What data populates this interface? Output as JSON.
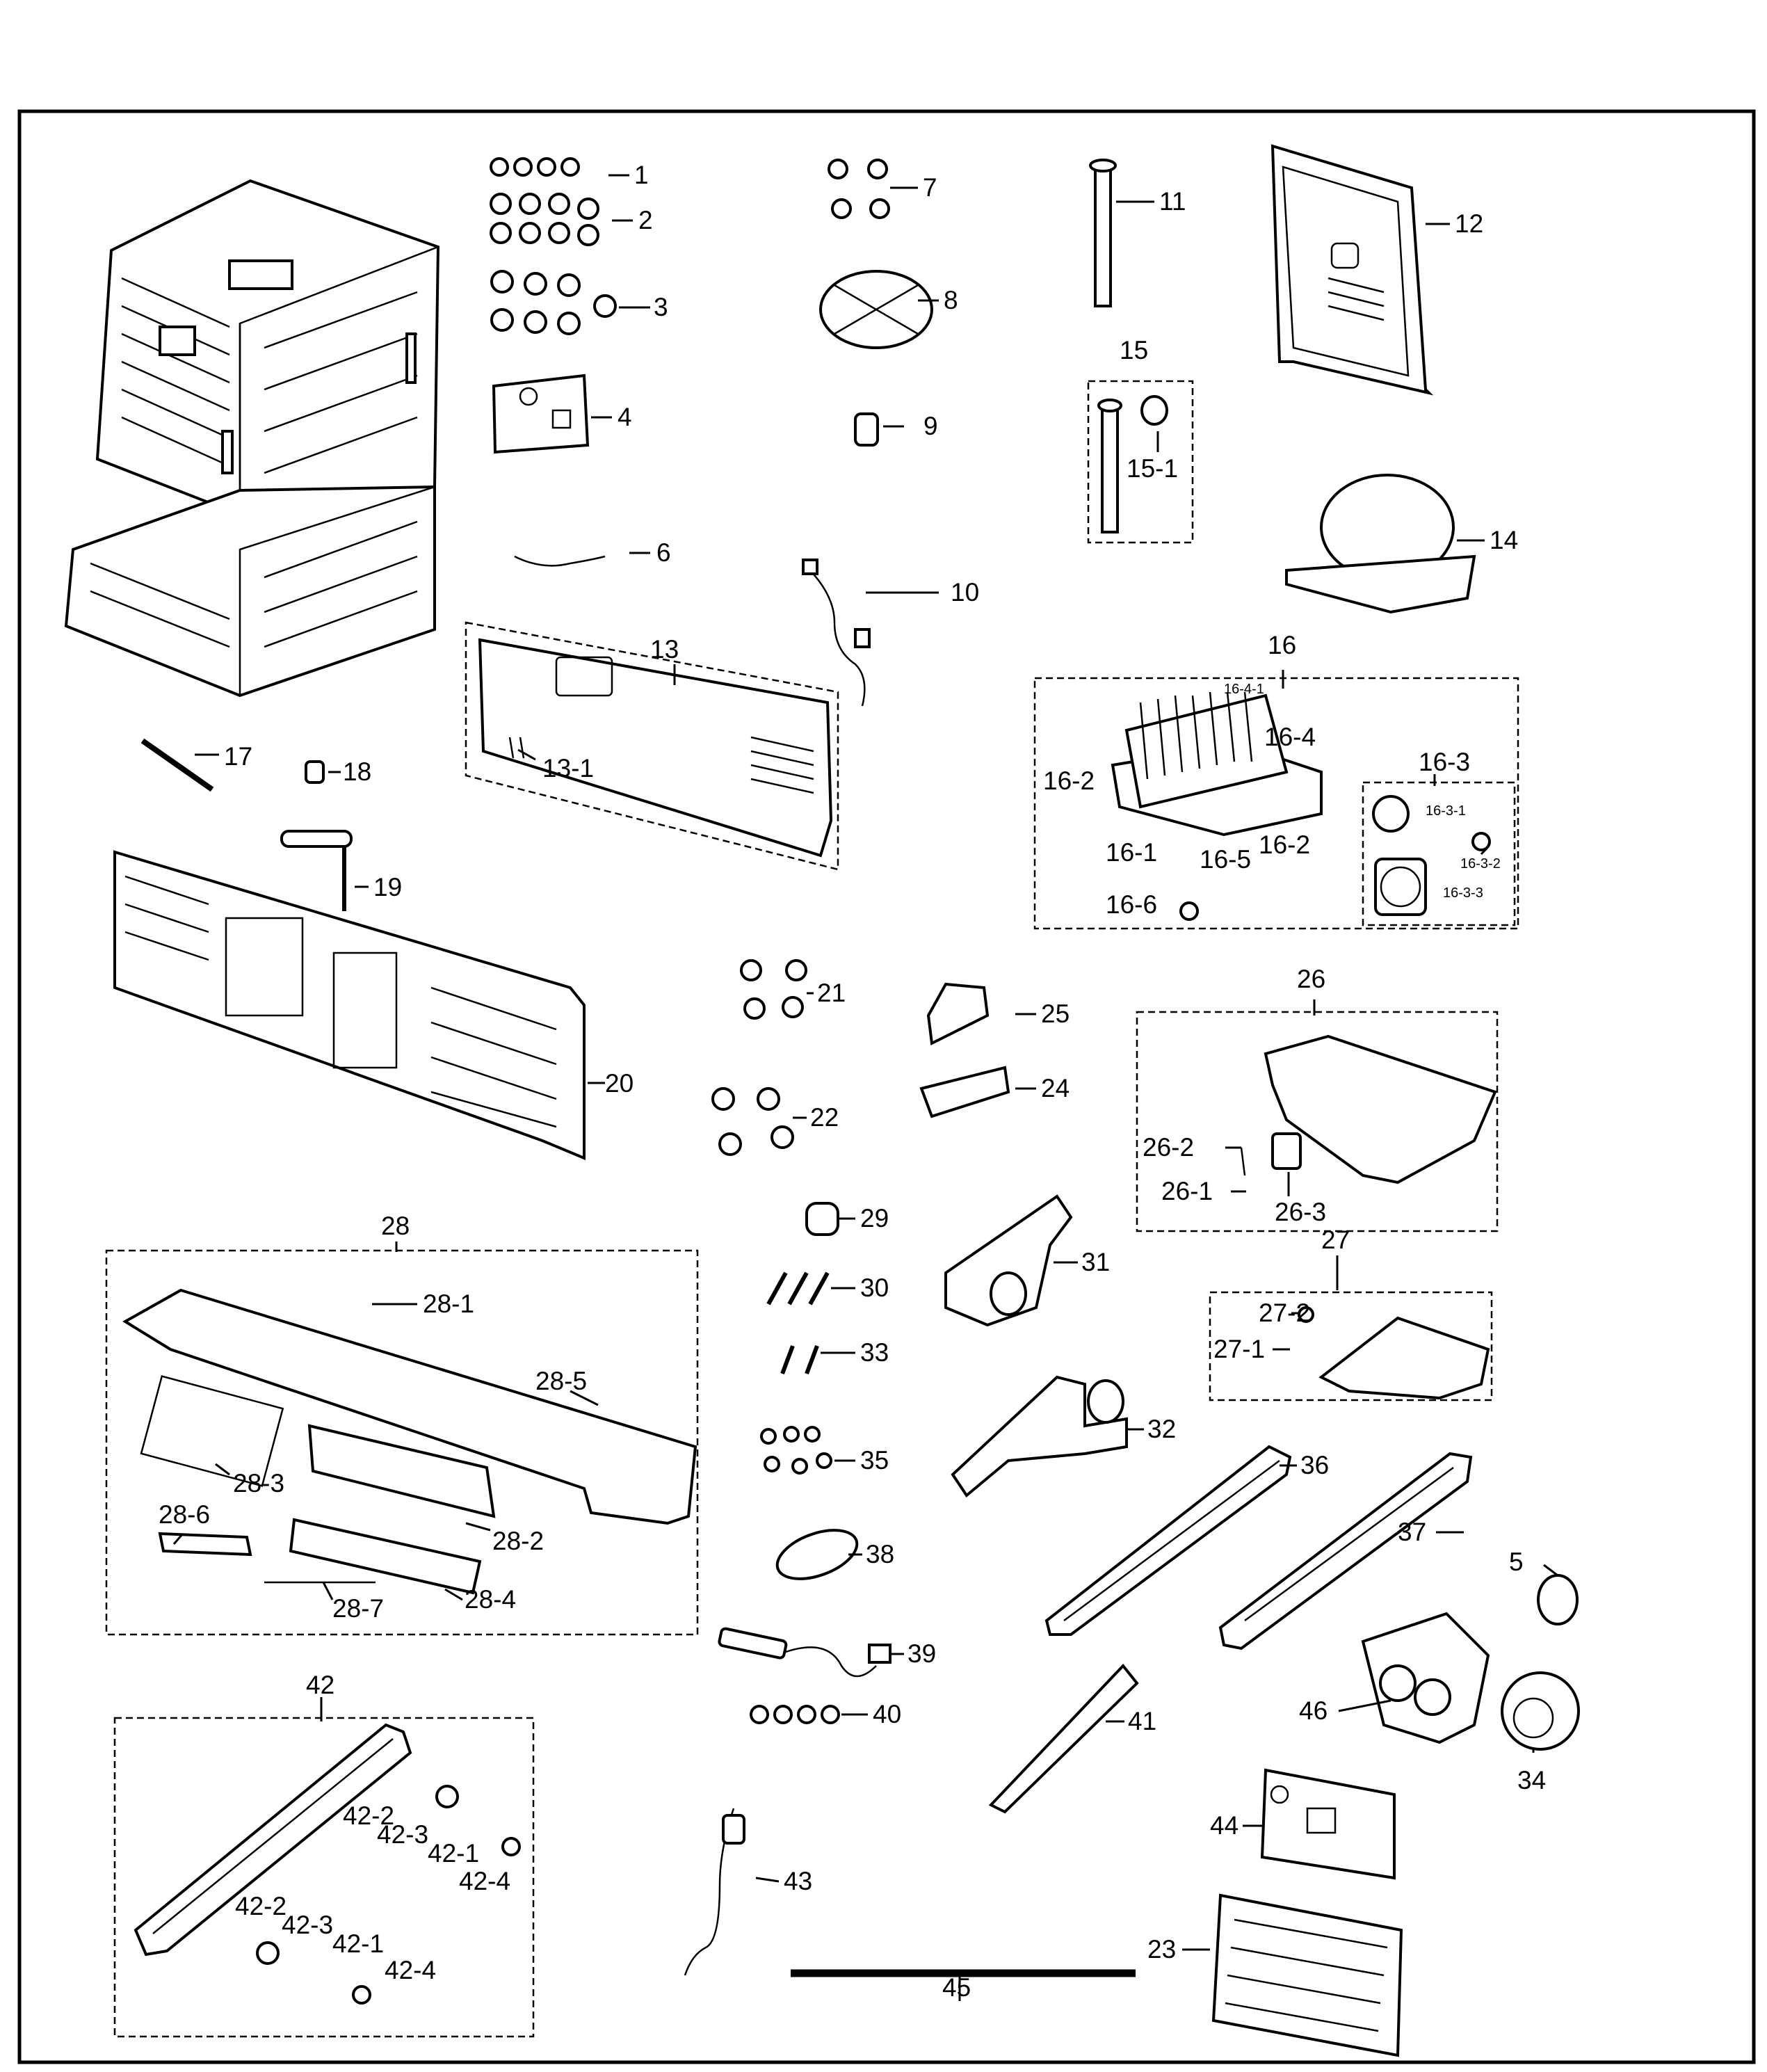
{
  "diagram": {
    "labels": {
      "l1": "1",
      "l2": "2",
      "l3": "3",
      "l4": "4",
      "l5": "5",
      "l6": "6",
      "l7": "7",
      "l8": "8",
      "l9": "9",
      "l10": "10",
      "l11": "11",
      "l12": "12",
      "l13": "13",
      "l13_1": "13-1",
      "l14": "14",
      "l15": "15",
      "l15_1": "15-1",
      "l16": "16",
      "l16_1": "16-1",
      "l16_2a": "16-2",
      "l16_2b": "16-2",
      "l16_3": "16-3",
      "l16_3_1": "16-3-1",
      "l16_3_2": "16-3-2",
      "l16_3_3": "16-3-3",
      "l16_4": "16-4",
      "l16_4_1": "16-4-1",
      "l16_5": "16-5",
      "l16_6": "16-6",
      "l17": "17",
      "l18": "18",
      "l19": "19",
      "l20": "20",
      "l21": "21",
      "l22": "22",
      "l23": "23",
      "l24": "24",
      "l25": "25",
      "l26": "26",
      "l26_1": "26-1",
      "l26_2": "26-2",
      "l26_3": "26-3",
      "l27": "27",
      "l27_1": "27-1",
      "l27_2": "27-2",
      "l28": "28",
      "l28_1": "28-1",
      "l28_2": "28-2",
      "l28_3": "28-3",
      "l28_4": "28-4",
      "l28_5": "28-5",
      "l28_6": "28-6",
      "l28_7": "28-7",
      "l29": "29",
      "l30": "30",
      "l31": "31",
      "l32": "32",
      "l33": "33",
      "l34": "34",
      "l35": "35",
      "l36": "36",
      "l37": "37",
      "l38": "38",
      "l39": "39",
      "l40": "40",
      "l41": "41",
      "l42": "42",
      "l42_1a": "42-1",
      "l42_2a": "42-2",
      "l42_3a": "42-3",
      "l42_4a": "42-4",
      "l42_1b": "42-1",
      "l42_2b": "42-2",
      "l42_3b": "42-3",
      "l42_4b": "42-4",
      "l43": "43",
      "l44": "44",
      "l45": "45",
      "l46": "46"
    }
  }
}
